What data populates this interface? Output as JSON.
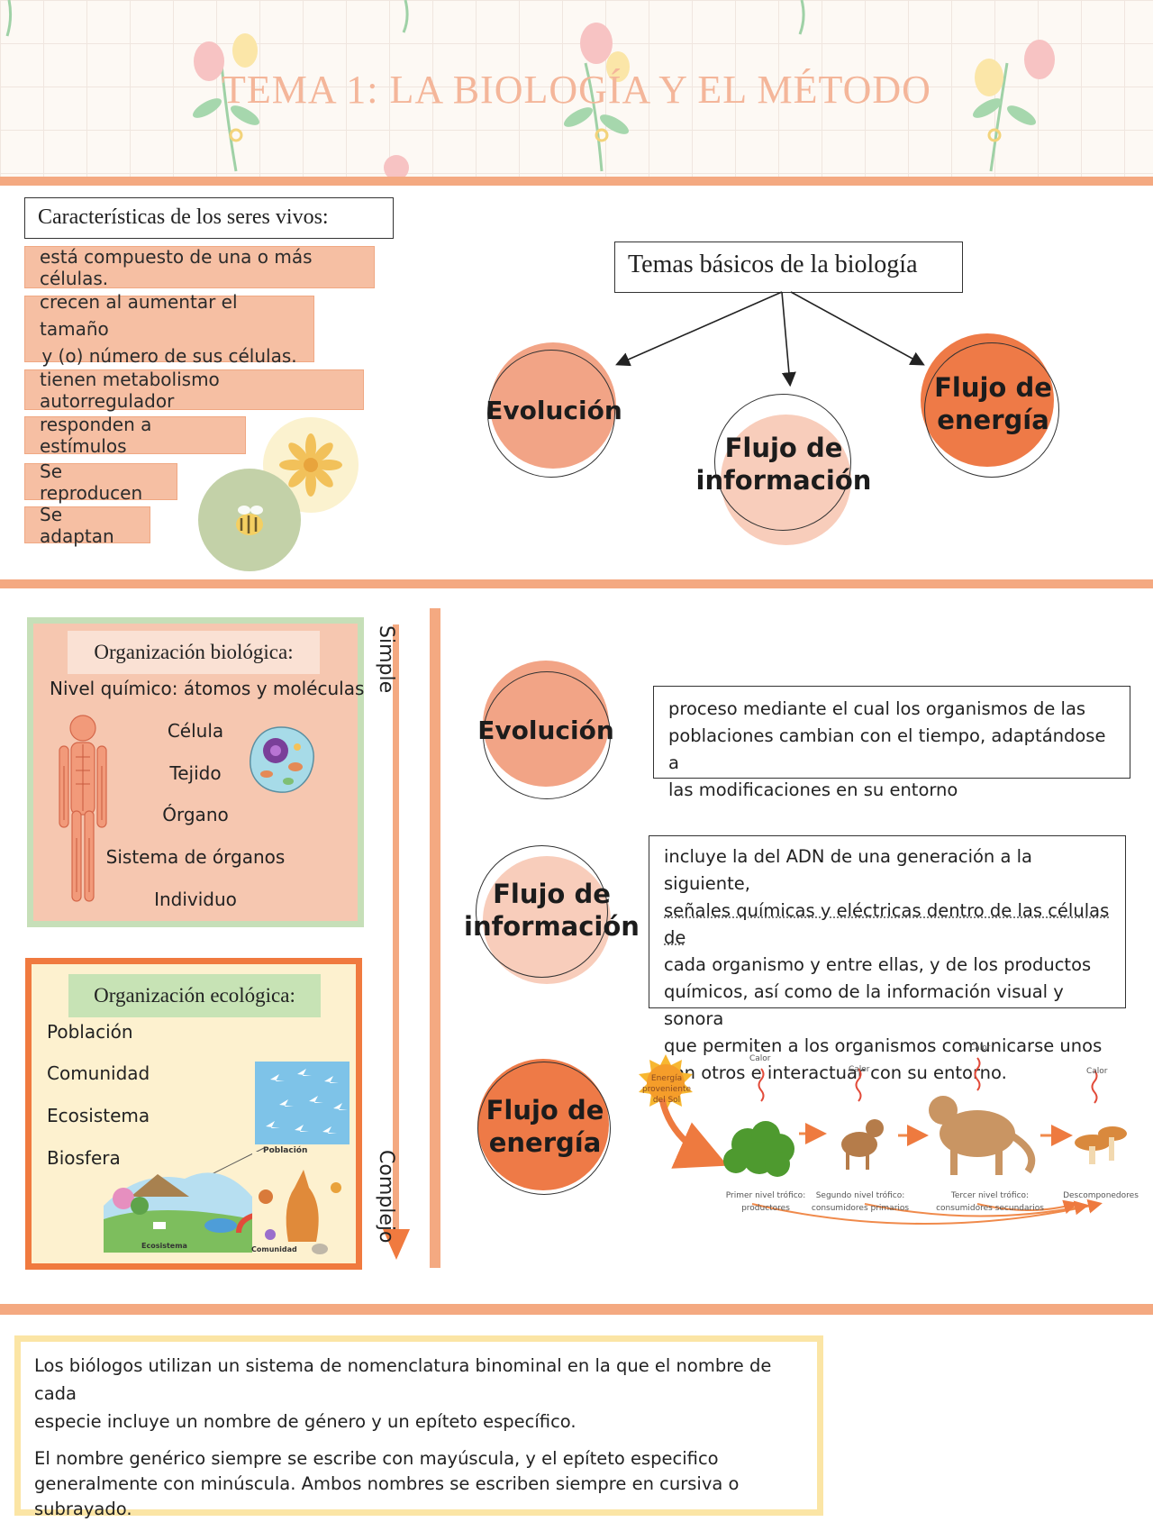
{
  "header": {
    "title": "TEMA 1: LA BIOLOGÍA Y EL MÉTODO"
  },
  "characteristics": {
    "title": "Características de los seres vivos:",
    "items": [
      "está compuesto de una o más células.",
      "crecen al aumentar el tamaño",
      "y (o) número de sus células.",
      "tienen metabolismo autorregulador",
      "responden a estímulos",
      "Se reproducen",
      "Se adaptan"
    ]
  },
  "topics": {
    "title": "Temas básicos de la biología",
    "evolution": "Evolución",
    "information": [
      "Flujo de",
      "información"
    ],
    "energy": [
      "Flujo de",
      "energía"
    ]
  },
  "biological_org": {
    "title": "Organización biológica:",
    "levels": [
      "Nivel químico: átomos y moléculas",
      "Célula",
      "Tejido",
      "Órgano",
      "Sistema de órganos",
      "Individuo"
    ]
  },
  "ecological_org": {
    "title": "Organización ecológica:",
    "levels": [
      "Población",
      "Comunidad",
      "Ecosistema",
      "Biosfera"
    ],
    "image_labels": {
      "population": "Población",
      "ecosystem": "Ecosistema",
      "community": "Comunidad"
    }
  },
  "scale": {
    "top": "Simple",
    "bottom": "Complejo"
  },
  "details": {
    "evolution": {
      "label": "Evolución",
      "lines": [
        "proceso mediante el cual los organismos de las",
        "poblaciones cambian con el tiempo, adaptándose a",
        "las modificaciones en su entorno"
      ]
    },
    "information": {
      "label": [
        "Flujo de",
        "información"
      ],
      "lines": [
        "incluye la del ADN de una generación a la siguiente,",
        "señales químicas y eléctricas dentro de las células de",
        "cada organismo y entre ellas, y de los productos",
        "químicos, así como de la información visual y sonora",
        "que permiten a los organismos comunicarse unos",
        "con otros e interactuar con su entorno."
      ]
    },
    "energy": {
      "label": [
        "Flujo de",
        "energía"
      ]
    }
  },
  "energy_diagram": {
    "sun": [
      "Energía",
      "proveniente",
      "del Sol"
    ],
    "heat": "Calor",
    "levels": [
      [
        "Primer nivel trófico:",
        "productores"
      ],
      [
        "Segundo nivel trófico:",
        "consumidores primarios"
      ],
      [
        "Tercer nivel trófico:",
        "consumidores secundarios"
      ],
      [
        "Descomponedores"
      ]
    ]
  },
  "nomenclature": {
    "p1": [
      "Los biólogos utilizan un sistema de nomenclatura binominal en la que el nombre de cada",
      "especie incluye un nombre de género y un epíteto específico."
    ],
    "p2": [
      "El nombre genérico siempre se escribe con mayúscula, y el epíteto especifico",
      "generalmente con minúscula. Ambos nombres se escriben siempre en cursiva o",
      "subrayado."
    ]
  }
}
